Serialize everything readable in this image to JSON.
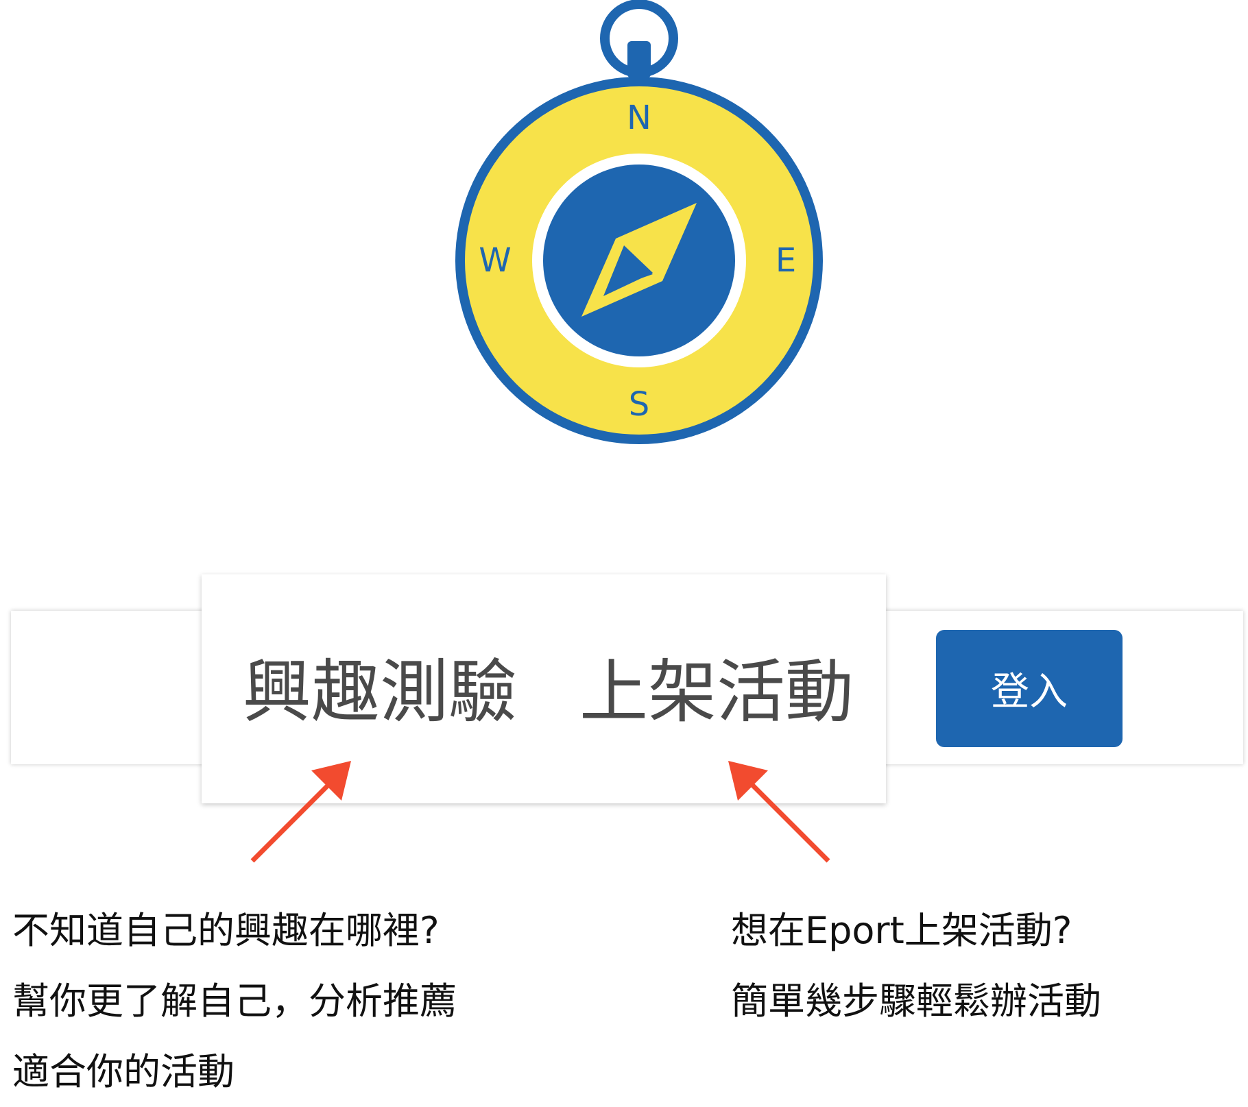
{
  "compass": {
    "north": "N",
    "south": "S",
    "east": "E",
    "west": "W"
  },
  "nav": {
    "interest_test": "興趣測驗",
    "list_event": "上架活動",
    "login": "登入"
  },
  "captions": {
    "left": [
      "不知道自己的興趣在哪裡?",
      "幫你更了解自己，分析推薦",
      "適合你的活動"
    ],
    "right": [
      "想在Eport上架活動?",
      "簡單幾步驟輕鬆辦活動"
    ]
  },
  "colors": {
    "brand_blue": "#1e66b0",
    "compass_yellow": "#f7e24a",
    "arrow_red": "#f24b2f",
    "nav_text": "#4a4a4a"
  }
}
